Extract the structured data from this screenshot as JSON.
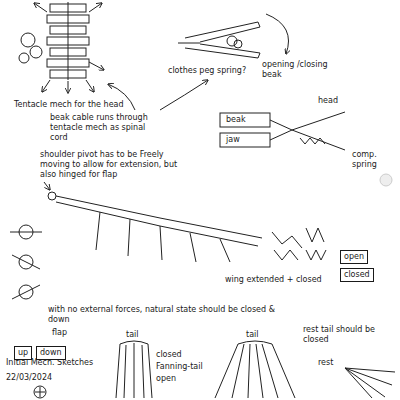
{
  "diagram": {
    "nodes": [
      {
        "text": [
          "open"
        ]
      },
      {
        "text": [
          "closed"
        ]
      },
      {
        "text": [
          "up"
        ]
      },
      {
        "text": [
          "down"
        ]
      }
    ],
    "labels": [
      "clothes peg spring?",
      "opening /closing beak",
      "Tentacle mech for the head",
      "beak cable runs through tentacle mech as spinal cord",
      "head",
      "beak",
      "jaw",
      "comp. spring",
      "shoulder pivot has to be Freely moving to allow for extension, but also hinged for flap",
      "wing extended + closed",
      "with no external forces, natural state should be closed & down",
      "flap",
      "tail",
      "tail",
      "closed",
      "Fanning-tail",
      "open",
      "rest tail should be closed",
      "rest",
      "Initial Mech. Sketches",
      "22/03/2024"
    ]
  }
}
